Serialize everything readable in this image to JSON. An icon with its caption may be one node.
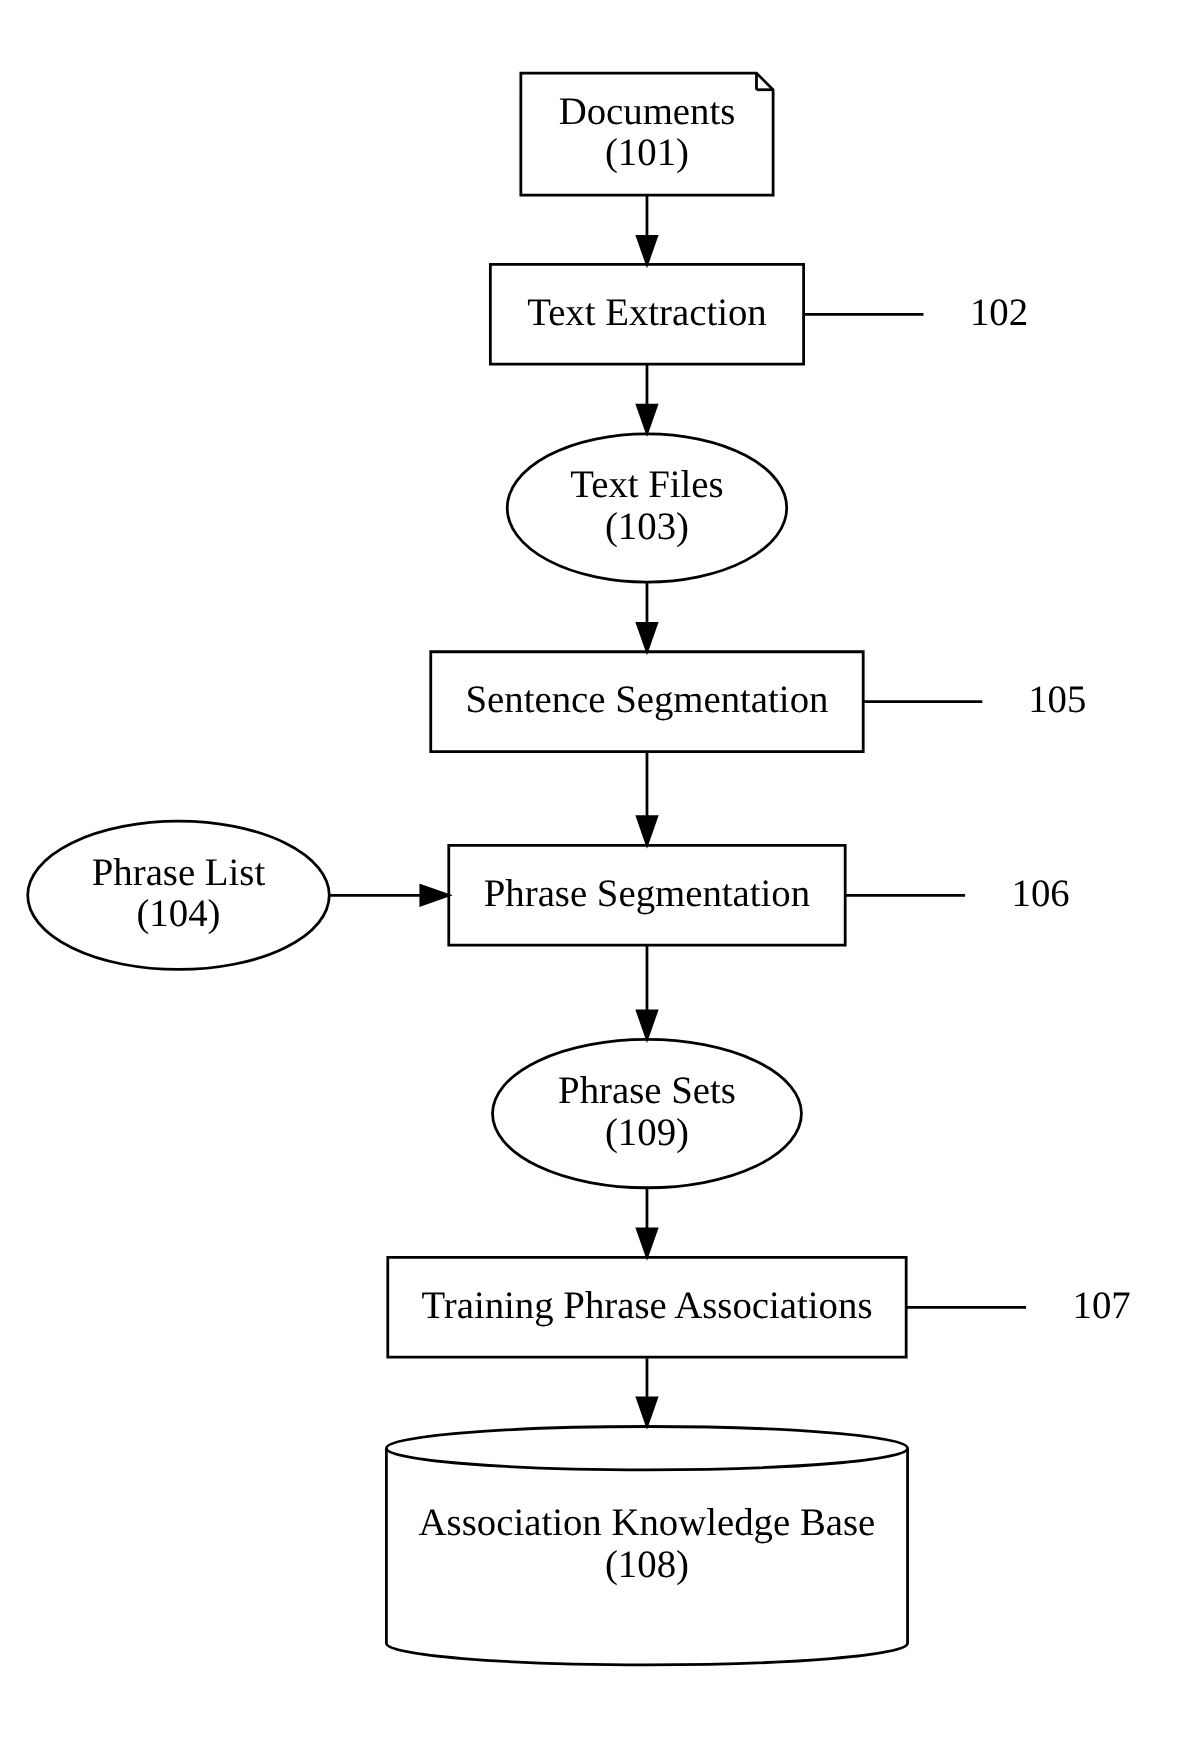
{
  "diagram": {
    "nodes": [
      {
        "text": [
          "Documents",
          "(101)"
        ]
      },
      {
        "text": [
          "Text Extraction"
        ]
      },
      {
        "text": [
          "102"
        ]
      },
      {
        "text": [
          "Text Files",
          "(103)"
        ]
      },
      {
        "text": [
          "Sentence Segmentation"
        ]
      },
      {
        "text": [
          "105"
        ]
      },
      {
        "text": [
          "Phrase List",
          "(104)"
        ]
      },
      {
        "text": [
          "Phrase Segmentation"
        ]
      },
      {
        "text": [
          "106"
        ]
      },
      {
        "text": [
          "Phrase Sets",
          "(109)"
        ]
      },
      {
        "text": [
          "Training Phrase Associations"
        ]
      },
      {
        "text": [
          "107"
        ]
      },
      {
        "text": [
          "Association Knowledge Base",
          "(108)"
        ]
      }
    ],
    "edges": [
      {
        "from": 0,
        "to": 1,
        "arrow": "to"
      },
      {
        "from": 2,
        "to": 1,
        "arrow": "none"
      },
      {
        "from": 1,
        "to": 3,
        "arrow": "to"
      },
      {
        "from": 3,
        "to": 4,
        "arrow": "to"
      },
      {
        "from": 5,
        "to": 4,
        "arrow": "none"
      },
      {
        "from": 4,
        "to": 7,
        "arrow": "to"
      },
      {
        "from": 6,
        "to": 7,
        "arrow": "to"
      },
      {
        "from": 8,
        "to": 7,
        "arrow": "none"
      },
      {
        "from": 7,
        "to": 9,
        "arrow": "to"
      },
      {
        "from": 9,
        "to": 10,
        "arrow": "to"
      },
      {
        "from": 11,
        "to": 10,
        "arrow": "none"
      },
      {
        "from": 10,
        "to": 12,
        "arrow": "to"
      }
    ]
  }
}
